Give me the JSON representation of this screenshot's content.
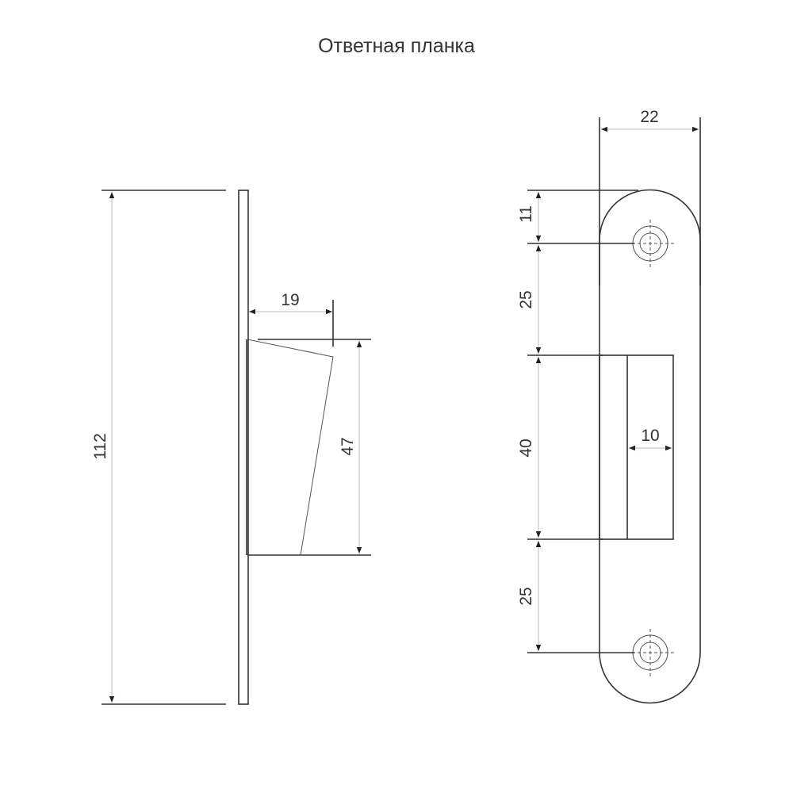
{
  "title": "Ответная планка",
  "side_view": {
    "dimensions": {
      "height": "112",
      "depth": "19",
      "tongue_height": "47"
    }
  },
  "front_view": {
    "dimensions": {
      "width": "22",
      "top_to_hole": "11",
      "hole_to_opening": "25",
      "opening_height": "40",
      "opening_to_hole": "25",
      "opening_width": "10"
    }
  }
}
